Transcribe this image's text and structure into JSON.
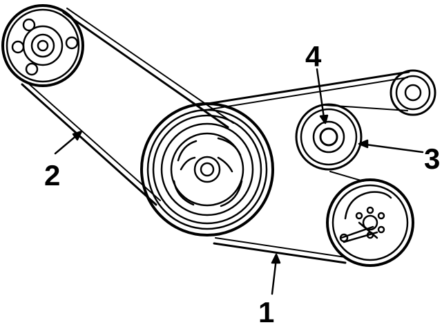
{
  "diagram": {
    "labels": {
      "belt_serpentine": "1",
      "belt_upper": "2",
      "idler_pulley": "3",
      "tensioner_pulley": "4"
    },
    "colors": {
      "line": "#000000",
      "background": "#ffffff"
    }
  }
}
